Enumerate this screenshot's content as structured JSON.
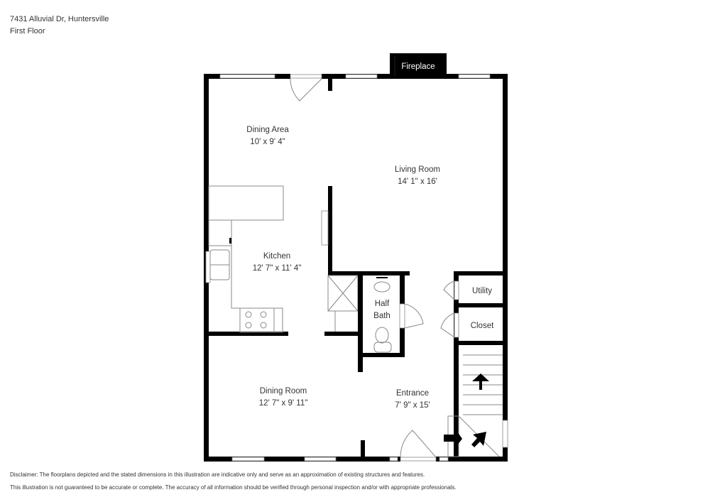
{
  "header": {
    "address": "7431 Alluvial Dr, Huntersville",
    "floor": "First Floor"
  },
  "features": {
    "fireplace": "Fireplace"
  },
  "rooms": [
    {
      "name": "Dining Area",
      "dimensions": "10' x 9' 4\""
    },
    {
      "name": "Living Room",
      "dimensions": "14' 1\" x 16'"
    },
    {
      "name": "Kitchen",
      "dimensions": "12' 7\" x 11' 4\""
    },
    {
      "name": "Half",
      "name2": "Bath"
    },
    {
      "name": "Utility"
    },
    {
      "name": "Closet"
    },
    {
      "name": "Dining Room",
      "dimensions": "12' 7\" x 9' 11\""
    },
    {
      "name": "Entrance",
      "dimensions": "7' 9\" x 15'"
    }
  ],
  "disclaimer": {
    "line1": "Disclaimer: The floorplans depicted and the stated dimensions in this illustration are indicative only and serve as an approximation of existing structures and features.",
    "line2": "This illustration is not guaranteed to be accurate or complete. The accuracy of all information should be verified through personal inspection and/or with appropriate professionals."
  }
}
